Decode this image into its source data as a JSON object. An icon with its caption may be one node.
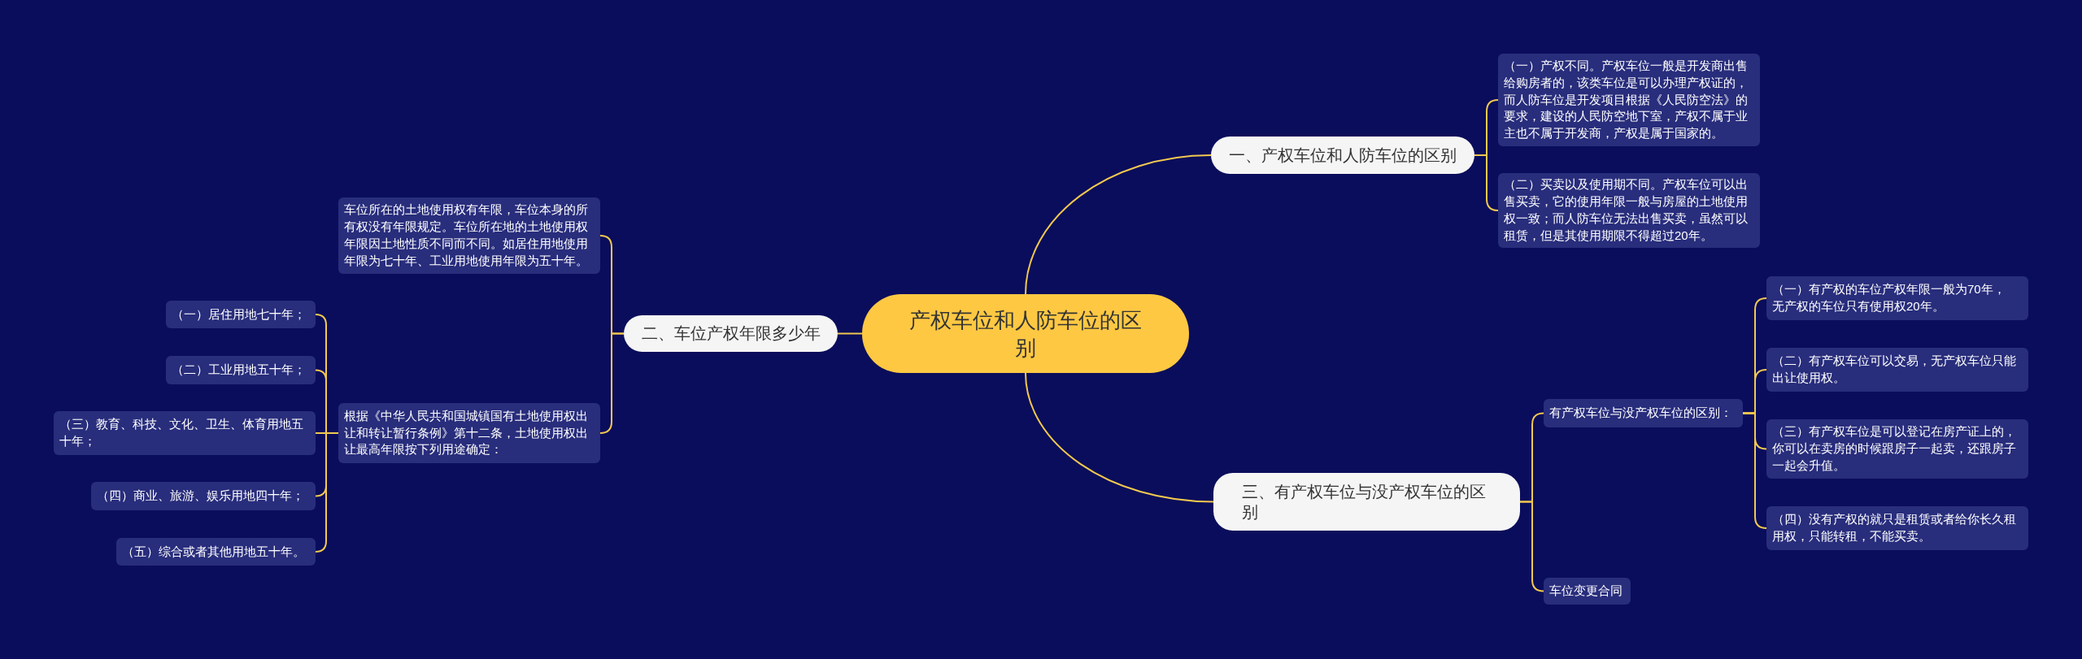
{
  "diagram": {
    "nodes": [
      {
        "text": [
          "产权车位和人防车位的区别"
        ]
      },
      {
        "text": [
          "一、产权车位和人防车位的区别"
        ]
      },
      {
        "text": [
          "（一）产权不同。产权车位一般是开发商出售给购房者的，该类车位是可以办理产权证的，而人防车位是开发项目根据《人民防空法》的要求，建设的人民防空地下室，产权不属于业主也不属于开发商，产权是属于国家的。"
        ]
      },
      {
        "text": [
          "（二）买卖以及使用期不同。产权车位可以出售买卖，它的使用年限一般与房屋的土地使用权一致；而人防车位无法出售买卖，虽然可以租赁，但是其使用期限不得超过20年。"
        ]
      },
      {
        "text": [
          "二、车位产权年限多少年"
        ]
      },
      {
        "text": [
          "车位所在的土地使用权有年限，车位本身的所有权没有年限规定。车位所在地的土地使用权年限因土地性质不同而不同。如居住用地使用年限为七十年、工业用地使用年限为五十年。"
        ]
      },
      {
        "text": [
          "根据《中华人民共和国城镇国有土地使用权出让和转让暂行条例》第十二条，土地使用权出让最高年限按下列用途确定："
        ]
      },
      {
        "text": [
          "（一）居住用地七十年；"
        ]
      },
      {
        "text": [
          "（二）工业用地五十年；"
        ]
      },
      {
        "text": [
          "（三）教育、科技、文化、卫生、体育用地五十年；"
        ]
      },
      {
        "text": [
          "（四）商业、旅游、娱乐用地四十年；"
        ]
      },
      {
        "text": [
          "（五）综合或者其他用地五十年。"
        ]
      },
      {
        "text": [
          "三、有产权车位与没产权车位的区别"
        ]
      },
      {
        "text": [
          "有产权车位与没产权车位的区别："
        ]
      },
      {
        "text": [
          "（一）有产权的车位产权年限一般为70年，无产权的车位只有使用权20年。"
        ]
      },
      {
        "text": [
          "（二）有产权车位可以交易，无产权车位只能出让使用权。"
        ]
      },
      {
        "text": [
          "（三）有产权车位是可以登记在房产证上的，你可以在卖房的时候跟房子一起卖，还跟房子一起会升值。"
        ]
      },
      {
        "text": [
          "（四）没有产权的就只是租赁或者给你长久租用权，只能转租，不能买卖。"
        ]
      },
      {
        "text": [
          "车位变更合同"
        ]
      }
    ],
    "edges": [
      {
        "from": 0,
        "to": 1,
        "arrow": "none"
      },
      {
        "from": 1,
        "to": 2,
        "arrow": "none"
      },
      {
        "from": 1,
        "to": 3,
        "arrow": "none"
      },
      {
        "from": 0,
        "to": 4,
        "arrow": "none"
      },
      {
        "from": 4,
        "to": 5,
        "arrow": "none"
      },
      {
        "from": 4,
        "to": 6,
        "arrow": "none"
      },
      {
        "from": 6,
        "to": 7,
        "arrow": "none"
      },
      {
        "from": 6,
        "to": 8,
        "arrow": "none"
      },
      {
        "from": 6,
        "to": 9,
        "arrow": "none"
      },
      {
        "from": 6,
        "to": 10,
        "arrow": "none"
      },
      {
        "from": 6,
        "to": 11,
        "arrow": "none"
      },
      {
        "from": 0,
        "to": 12,
        "arrow": "none"
      },
      {
        "from": 12,
        "to": 13,
        "arrow": "none"
      },
      {
        "from": 13,
        "to": 14,
        "arrow": "none"
      },
      {
        "from": 13,
        "to": 15,
        "arrow": "none"
      },
      {
        "from": 13,
        "to": 16,
        "arrow": "none"
      },
      {
        "from": 13,
        "to": 17,
        "arrow": "none"
      },
      {
        "from": 12,
        "to": 18,
        "arrow": "none"
      }
    ]
  }
}
